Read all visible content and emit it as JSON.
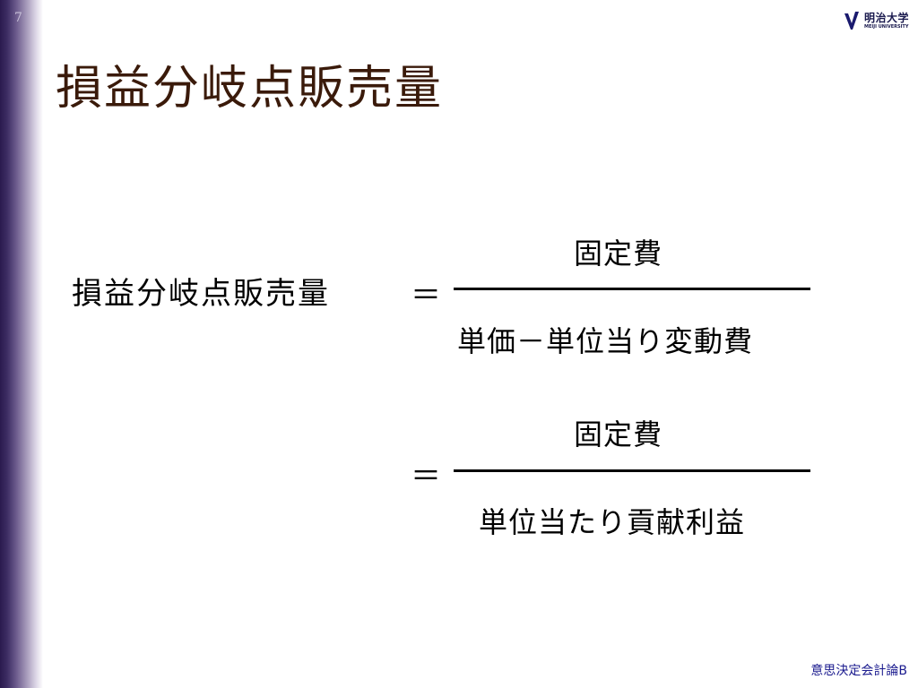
{
  "slide": {
    "number": "7",
    "title": "損益分岐点販売量"
  },
  "logo": {
    "name": "明治大学",
    "sub": "MEIJI UNIVERSITY"
  },
  "formula": {
    "lhs": "損益分岐点販売量",
    "equals": "＝",
    "fraction1": {
      "numerator": "固定費",
      "denominator": "単価－単位当り変動費"
    },
    "fraction2": {
      "numerator": "固定費",
      "denominator": "単位当たり貢献利益"
    }
  },
  "footer": {
    "course": "意思決定会計論B"
  }
}
